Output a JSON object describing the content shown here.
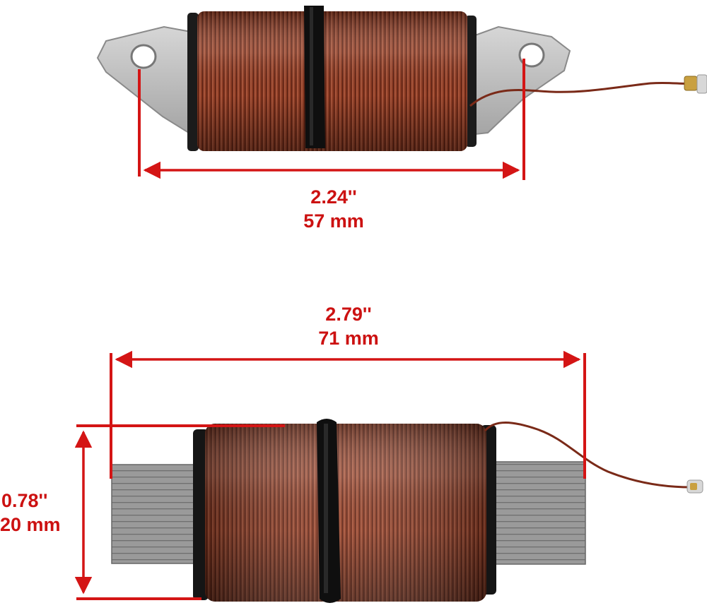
{
  "colors": {
    "dimension_red": "#d41515",
    "copper": "#8a3a22",
    "copper_dark": "#5a1f12",
    "copper_light": "#b8644a",
    "metal": "#b9b9b9",
    "metal_dark": "#7d7d7d",
    "tape": "#111111"
  },
  "top_view": {
    "width_in": "2.24''",
    "width_mm": "57 mm"
  },
  "bottom_view": {
    "length_in": "2.79''",
    "length_mm": "71 mm",
    "height_in": "0.78''",
    "height_mm": "20 mm"
  }
}
